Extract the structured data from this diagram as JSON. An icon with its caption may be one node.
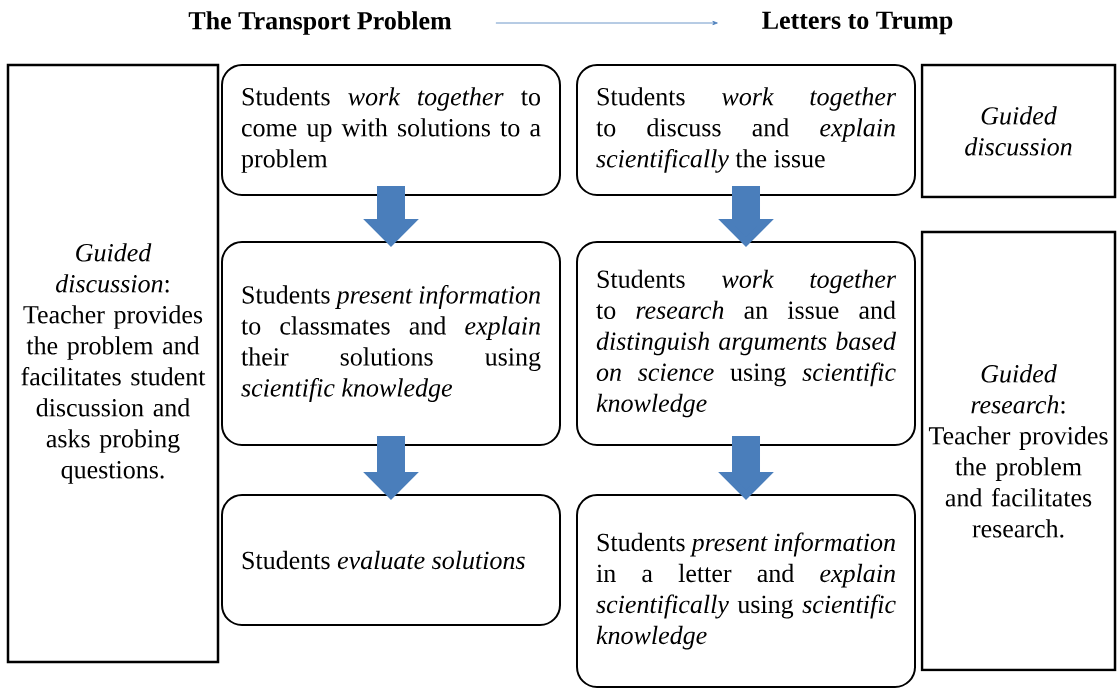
{
  "diagram": {
    "nodes": [
      {
        "text": [
          "The Transport Problem"
        ]
      },
      {
        "text": [
          "Letters to Trump"
        ]
      },
      {
        "text": [
          "*Guided discussion*: Teacher provides the problem and facilitates student discussion and asks probing questions."
        ]
      },
      {
        "text": [
          "Students *work together* to come up with solutions to a problem"
        ]
      },
      {
        "text": [
          "Students *present information* to classmates and *explain* their solutions using *scientific knowledge*"
        ]
      },
      {
        "text": [
          "Students *evaluate solutions*"
        ]
      },
      {
        "text": [
          "Students *work together* to discuss and *explain scientifically* the issue"
        ]
      },
      {
        "text": [
          "Students *work together* to *research* an issue and *distinguish arguments based on science* using *scientific knowledge*"
        ]
      },
      {
        "text": [
          "Students *present information* in a letter and *explain scientifically* using *scientific knowledge*"
        ]
      },
      {
        "text": [
          "Guided discussion"
        ]
      },
      {
        "text": [
          "*Guided research*: Teacher provides the problem and facilitates research."
        ]
      }
    ],
    "edges": [
      {
        "from": 0,
        "to": 1,
        "arrow": "to"
      },
      {
        "from": 3,
        "to": 4,
        "arrow": "to"
      },
      {
        "from": 4,
        "to": 5,
        "arrow": "to"
      },
      {
        "from": 6,
        "to": 7,
        "arrow": "to"
      },
      {
        "from": 7,
        "to": 8,
        "arrow": "to"
      }
    ]
  }
}
